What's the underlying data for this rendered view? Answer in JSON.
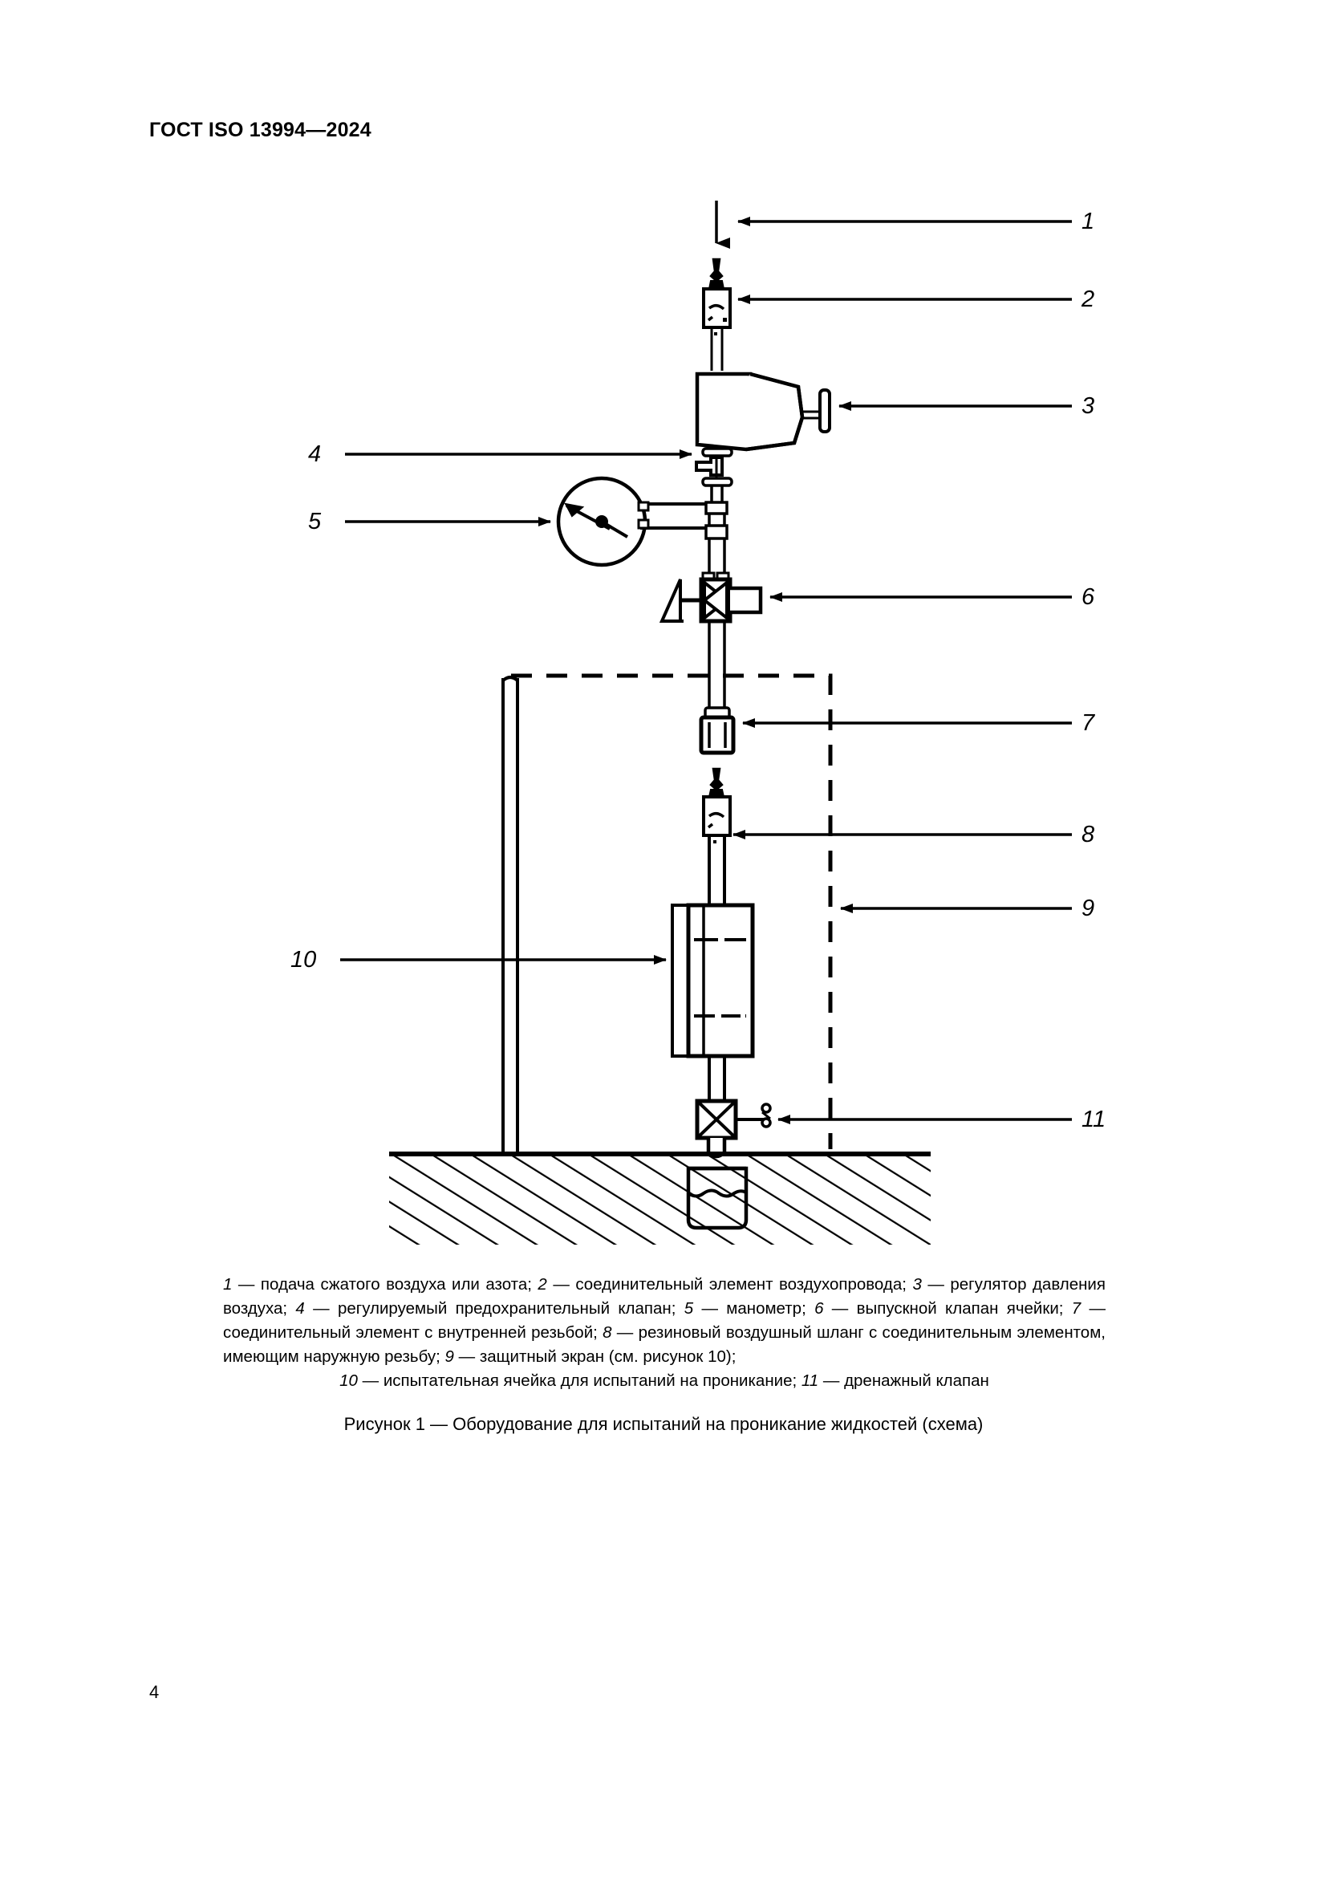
{
  "document": {
    "header": "ГОСТ ISO 13994—2024",
    "page_number": "4"
  },
  "figure": {
    "callouts": [
      {
        "id": "1",
        "label": "1"
      },
      {
        "id": "2",
        "label": "2"
      },
      {
        "id": "3",
        "label": "3"
      },
      {
        "id": "4",
        "label": "4"
      },
      {
        "id": "5",
        "label": "5"
      },
      {
        "id": "6",
        "label": "6"
      },
      {
        "id": "7",
        "label": "7"
      },
      {
        "id": "8",
        "label": "8"
      },
      {
        "id": "9",
        "label": "9"
      },
      {
        "id": "10",
        "label": "10"
      },
      {
        "id": "11",
        "label": "11"
      }
    ],
    "legend": {
      "line1_a": "1",
      "line1_b": " — подача сжатого воздуха или азота; ",
      "line1_c": "2",
      "line1_d": " — соединительный элемент воздухопровода; ",
      "line1_e": "3",
      "line1_f": " — регулятор давления воздуха; ",
      "line2_a": "4",
      "line2_b": " — регулируемый предохранительный клапан; ",
      "line2_c": "5",
      "line2_d": " — манометр; ",
      "line2_e": "6",
      "line2_f": " — выпускной клапан ячейки; ",
      "line3_a": "7",
      "line3_b": " — соединительный элемент с внутренней резьбой; ",
      "line3_c": "8",
      "line3_d": " — резиновый воздушный шланг с соединительным элементом, имеющим наружную резьбу; ",
      "line3_e": "9",
      "line3_f": " — защитный экран (см. рисунок 10);",
      "line4_a": "10",
      "line4_b": " — испытательная ячейка для испытаний на проникание; ",
      "line4_c": "11",
      "line4_d": " — дренажный клапан"
    },
    "title": "Рисунок 1 — Оборудование для испытаний на проникание жидкостей (схема)"
  }
}
